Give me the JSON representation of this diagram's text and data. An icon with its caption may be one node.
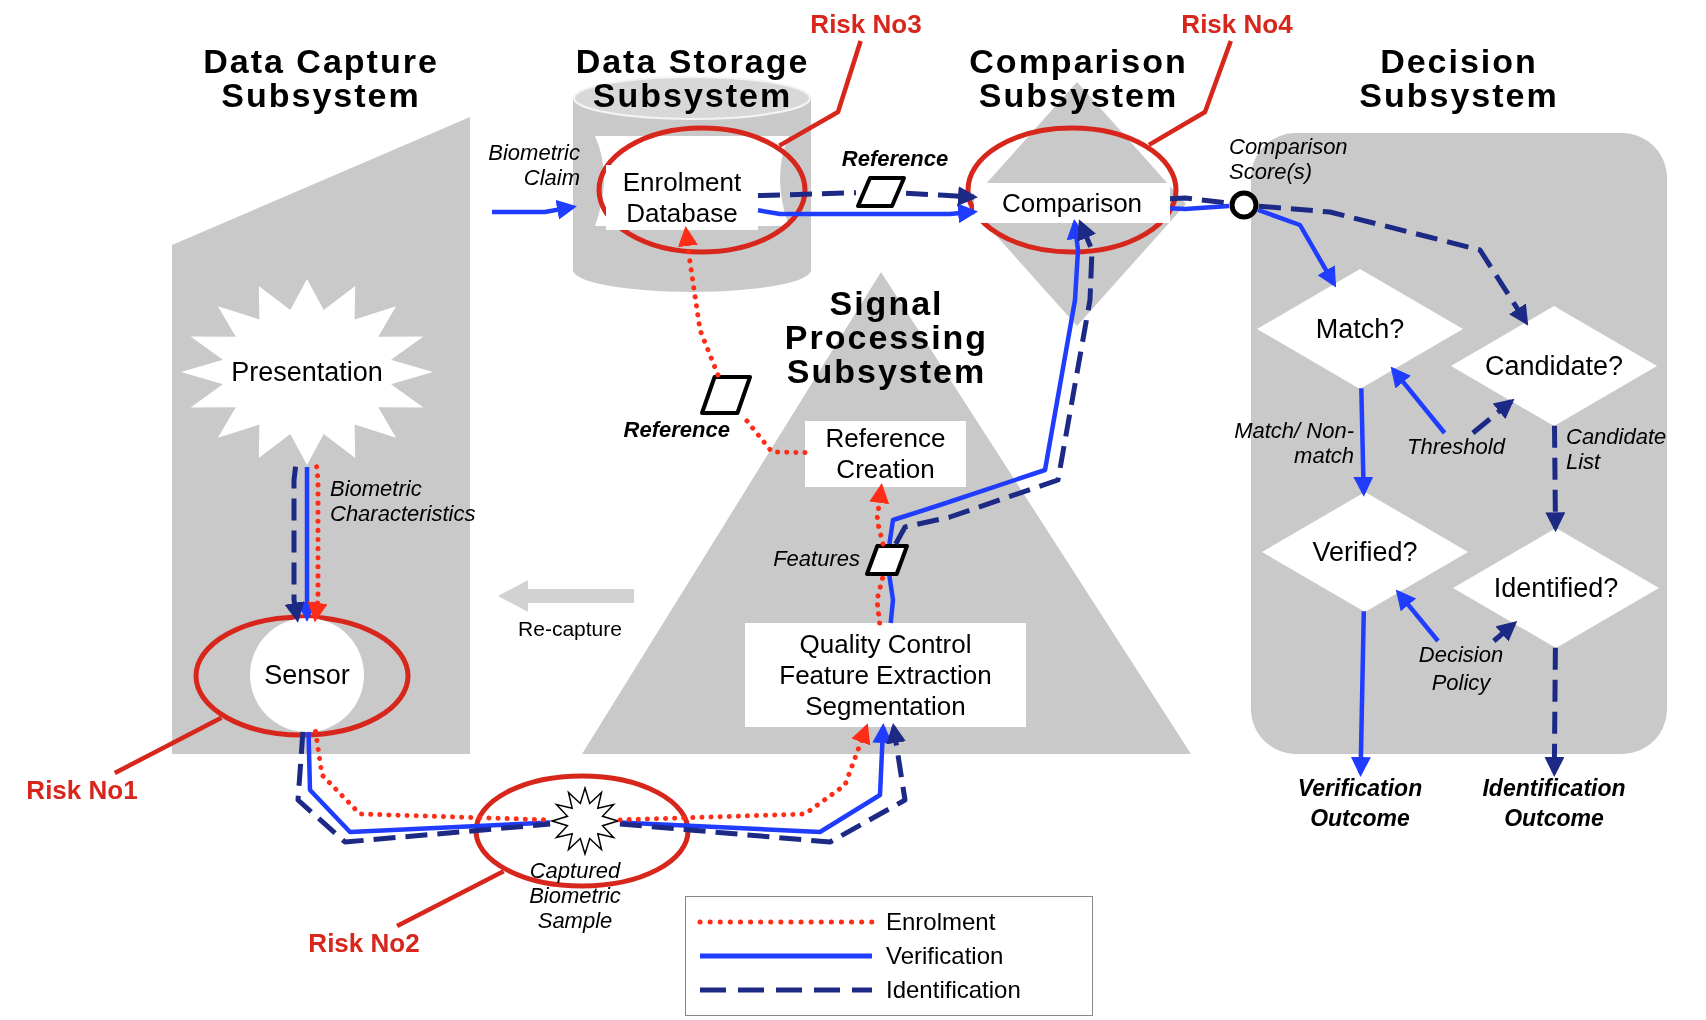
{
  "diagram": {
    "nodes": [
      {
        "text": [
          "Data Capture Subsystem"
        ]
      },
      {
        "text": [
          "Data Storage Subsystem"
        ]
      },
      {
        "text": [
          "Comparison Subsystem"
        ]
      },
      {
        "text": [
          "Signal Processing Subsystem"
        ]
      },
      {
        "text": [
          "Decision Subsystem"
        ]
      },
      {
        "text": [
          "Presentation"
        ],
        "in": 0
      },
      {
        "text": [],
        "shape": "ellipse",
        "in": 0
      },
      {
        "text": [
          "Sensor"
        ],
        "in": 6
      },
      {
        "text": [],
        "shape": "ellipse",
        "in": 1
      },
      {
        "text": [
          "Enrolment Database"
        ],
        "in": 8
      },
      {
        "text": [],
        "shape": "ellipse",
        "in": 2
      },
      {
        "text": [
          "Comparison"
        ],
        "in": 10
      },
      {
        "text": [
          "Reference Creation"
        ],
        "in": 3
      },
      {
        "text": [
          "Quality Control",
          "Feature Extraction",
          "Segmentation"
        ],
        "in": 3
      },
      {
        "text": [
          "Match?"
        ],
        "in": 4
      },
      {
        "text": [
          "Candidate?"
        ],
        "in": 4
      },
      {
        "text": [
          "Verified?"
        ],
        "in": 4
      },
      {
        "text": [
          "Identified?"
        ],
        "in": 4
      },
      {
        "text": [
          "Verification Outcome"
        ]
      },
      {
        "text": [
          "Identification Outcome"
        ]
      },
      {
        "text": [],
        "shape": "parallelogram",
        "beside": [
          "Reference"
        ]
      },
      {
        "text": [],
        "shape": "parallelogram",
        "beside": [
          "Reference"
        ]
      },
      {
        "text": [],
        "shape": "parallelogram",
        "beside": [
          "Features"
        ],
        "in": 3
      },
      {
        "text": [],
        "shape": "circle",
        "beside": [
          "Comparison Score(s)"
        ]
      },
      {
        "text": [],
        "shape": "ellipse"
      },
      {
        "text": [],
        "shape": "star",
        "beside": [
          "Captured Biometric Sample"
        ],
        "in": 24
      },
      {
        "text": [
          "Threshold"
        ],
        "in": 4
      },
      {
        "text": [
          "Decision Policy"
        ],
        "in": 4
      },
      {
        "text": [
          "Risk No1"
        ]
      },
      {
        "text": [
          "Risk No2"
        ]
      },
      {
        "text": [
          "Risk No3"
        ]
      },
      {
        "text": [
          "Risk No4"
        ]
      }
    ],
    "edges": [
      {
        "from": null,
        "to": 1,
        "arrow": "to",
        "label": "Biometric Claim"
      },
      {
        "from": 9,
        "to": 11,
        "arrow": "to"
      },
      {
        "from": 9,
        "to": 20,
        "arrow": "none",
        "style": "dashed",
        "color": "#1c2a86"
      },
      {
        "from": 20,
        "to": 11,
        "arrow": "to",
        "style": "dashed",
        "color": "#1c2a86"
      },
      {
        "from": 11,
        "to": 23,
        "arrow": "none"
      },
      {
        "from": 11,
        "to": 23,
        "arrow": "none",
        "style": "dashed",
        "color": "#1c2a86"
      },
      {
        "from": 23,
        "to": 14,
        "arrow": "to"
      },
      {
        "from": 23,
        "to": 15,
        "arrow": "to",
        "style": "dashed",
        "color": "#1c2a86"
      },
      {
        "from": 14,
        "to": 16,
        "arrow": "to",
        "label": "Match/ Non-match"
      },
      {
        "from": 15,
        "to": 17,
        "arrow": "to",
        "style": "dashed",
        "color": "#1c2a86",
        "label": "Candidate List"
      },
      {
        "from": 26,
        "to": 14,
        "arrow": "to"
      },
      {
        "from": 26,
        "to": 15,
        "arrow": "to",
        "style": "dashed",
        "color": "#1c2a86"
      },
      {
        "from": 27,
        "to": 16,
        "arrow": "to"
      },
      {
        "from": 27,
        "to": 17,
        "arrow": "to",
        "style": "dashed",
        "color": "#1c2a86"
      },
      {
        "from": 16,
        "to": 18,
        "arrow": "to"
      },
      {
        "from": 17,
        "to": 19,
        "arrow": "to",
        "style": "dashed",
        "color": "#1c2a86"
      },
      {
        "from": 5,
        "to": 7,
        "arrow": "to"
      },
      {
        "from": 5,
        "to": 7,
        "arrow": "to",
        "style": "dashed",
        "color": "#1c2a86"
      },
      {
        "from": 5,
        "to": 7,
        "arrow": "to",
        "style": "dashed",
        "color": "#ff2d17",
        "label": "Biometric Characteristics"
      },
      {
        "from": 7,
        "to": 25,
        "arrow": "none"
      },
      {
        "from": 7,
        "to": 25,
        "arrow": "none",
        "style": "dashed",
        "color": "#1c2a86"
      },
      {
        "from": 7,
        "to": 25,
        "arrow": "none",
        "style": "dashed",
        "color": "#ff2d17"
      },
      {
        "from": 25,
        "to": 13,
        "arrow": "to"
      },
      {
        "from": 25,
        "to": 13,
        "arrow": "to",
        "style": "dashed",
        "color": "#1c2a86"
      },
      {
        "from": 25,
        "to": 13,
        "arrow": "to",
        "style": "dashed",
        "color": "#ff2d17"
      },
      {
        "from": 13,
        "to": 22,
        "arrow": "none",
        "style": "dashed",
        "color": "#ff2d17"
      },
      {
        "from": 22,
        "to": 12,
        "arrow": "to",
        "style": "dashed",
        "color": "#ff2d17"
      },
      {
        "from": 13,
        "to": 22,
        "arrow": "none"
      },
      {
        "from": 22,
        "to": 11,
        "arrow": "to"
      },
      {
        "from": 22,
        "to": 11,
        "arrow": "to",
        "style": "dashed",
        "color": "#1c2a86"
      },
      {
        "from": 12,
        "to": 21,
        "arrow": "none",
        "style": "dashed",
        "color": "#ff2d17"
      },
      {
        "from": 21,
        "to": 9,
        "arrow": "to",
        "style": "dashed",
        "color": "#ff2d17"
      },
      {
        "from": 28,
        "to": 6,
        "arrow": "none",
        "color": "#d7261b"
      },
      {
        "from": 29,
        "to": 24,
        "arrow": "none",
        "color": "#d7261b"
      },
      {
        "from": 30,
        "to": 8,
        "arrow": "none",
        "color": "#d7261b"
      },
      {
        "from": 31,
        "to": 10,
        "arrow": "none",
        "color": "#d7261b"
      }
    ],
    "labels": [
      "Re-capture"
    ],
    "legend": [
      {
        "text": "Enrolment"
      },
      {
        "text": "Verification"
      },
      {
        "text": "Identification"
      }
    ]
  }
}
